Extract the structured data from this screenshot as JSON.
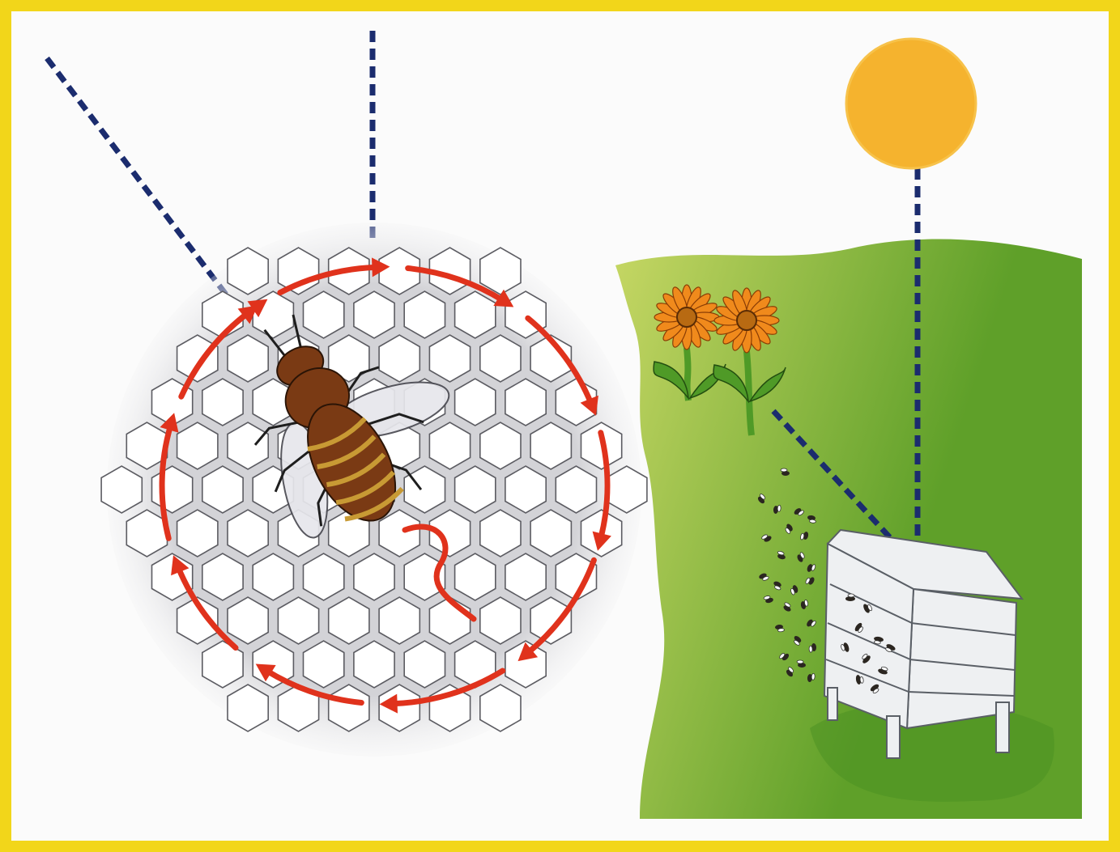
{
  "colors": {
    "frame": "#f2d61a",
    "background": "#fbfbfb",
    "sun": "#f5b32e",
    "sun_edge": "#f7c24a",
    "sightline": "#1b2c6e",
    "dance_arrow": "#e0321c",
    "comb_fill": "#d6d6d9",
    "comb_edge": "#5c5c62",
    "grass_light": "#c6d764",
    "grass_dark": "#5fa029",
    "hive": "#eef0f2",
    "hive_edge": "#5a5f66",
    "flower_petal": "#f08a1c",
    "flower_center": "#b86a12",
    "leaf": "#4f9a27",
    "bee_body": "#7a3a14",
    "bee_stripe": "#c89a34",
    "wing": "#e7e7ec"
  },
  "illustration": {
    "subject": "waggle dance",
    "figures": [
      "honeycomb",
      "bee",
      "dance-path",
      "sun",
      "hill",
      "flowers",
      "beehive",
      "swarm"
    ]
  }
}
